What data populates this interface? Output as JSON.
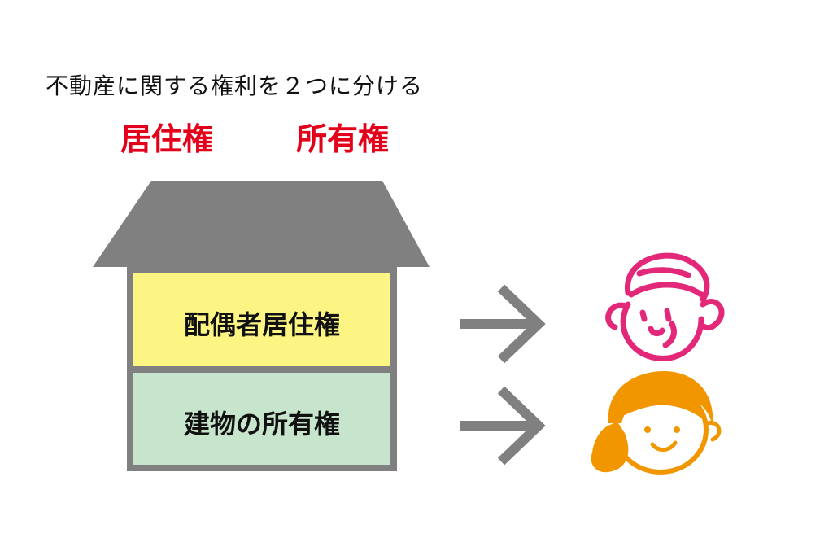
{
  "heading": "不動産に関する権利を２つに分ける",
  "rights": {
    "left_label": "居住権",
    "right_label": "所有権"
  },
  "house": {
    "upper_floor_label": "配偶者居住権",
    "lower_floor_label": "建物の所有権"
  },
  "icons": {
    "arrow_upper": "arrow-right-icon",
    "arrow_lower": "arrow-right-icon",
    "person_upper": "elderly-woman-face-icon",
    "person_lower": "girl-face-icon"
  },
  "colors": {
    "accent_red": "#e3001b",
    "roof_gray": "#808080",
    "upper_floor_fill": "#fdf583",
    "lower_floor_fill": "#c7e5cc",
    "elderly_pink": "#e3287a",
    "girl_orange": "#f29600"
  }
}
